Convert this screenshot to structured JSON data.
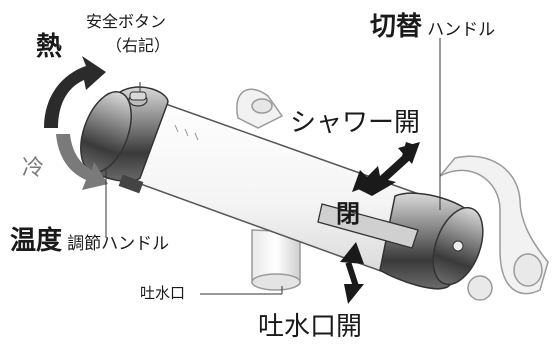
{
  "labels": {
    "hot": "熱",
    "cold": "冷",
    "safety_button": "安全ボタン",
    "safety_button_note": "（右記）",
    "temperature_bold": "温度",
    "temperature_rest": "調節ハンドル",
    "switch_bold": "切替",
    "switch_rest": "ハンドル",
    "shower_open": "シャワー開",
    "close": "閉",
    "spout_small": "吐水口",
    "spout_open": "吐水口開"
  },
  "colors": {
    "hot_arrow": "#2b2b2b",
    "cold_arrow": "#7a7a7a",
    "body_fill": "#ffffff",
    "knob_dark": "#555555",
    "outline": "#444444"
  }
}
